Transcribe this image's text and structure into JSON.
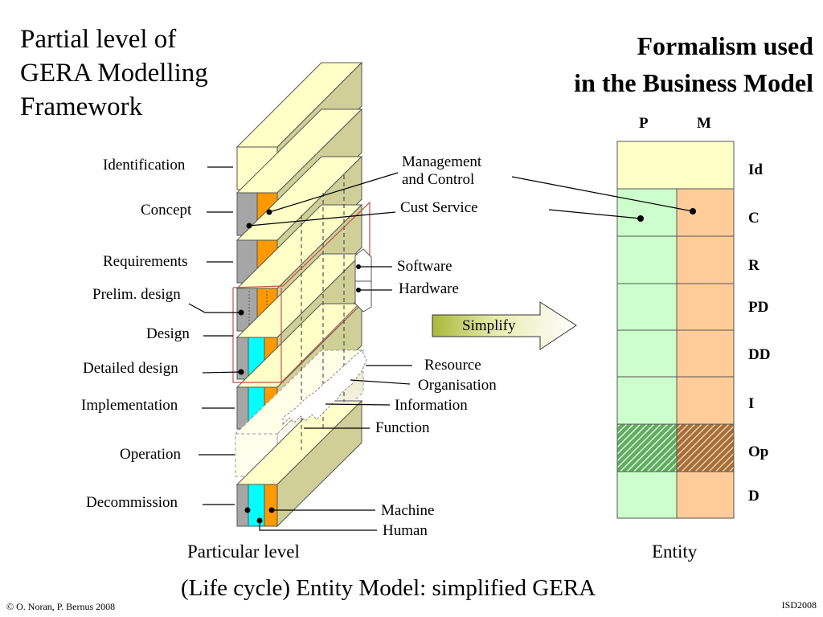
{
  "title_left": [
    "Partial level of",
    "GERA Modelling",
    "Framework"
  ],
  "title_right": [
    "Formalism used",
    "in the Business Model"
  ],
  "left_levels": [
    "Identification",
    "Concept",
    "Requirements",
    "Prelim. design",
    "Design",
    "Detailed design",
    "Implementation",
    "Operation",
    "Decommission"
  ],
  "right_callouts": [
    "Management",
    "and Control",
    "Cust Service",
    "Software",
    "Hardware",
    "Resource",
    "Organisation",
    "Information",
    "Function",
    "Machine",
    "Human"
  ],
  "arrow_label": "Simplify",
  "matrix": {
    "columns": [
      "P",
      "M"
    ],
    "rows": [
      "Id",
      "C",
      "R",
      "PD",
      "DD",
      "I",
      "Op",
      "D"
    ]
  },
  "bottom_labels": {
    "particular_level": "Particular level",
    "entity": "Entity"
  },
  "caption": "(Life cycle) Entity Model: simplified GERA",
  "footer": {
    "left": "© O. Noran, P. Bernus 2008",
    "right": "ISD2008"
  },
  "colors": {
    "light_yellow": "#FFFFC8",
    "olive_side": "#CFCF97",
    "orange": "#FF9900",
    "cyan": "#00FFFF",
    "gray": "#A6A6A6",
    "light_green": "#CCFFCC",
    "peach": "#FFCC99",
    "arrow_green": "#B7C24A",
    "outline_red": "#C0504D"
  }
}
